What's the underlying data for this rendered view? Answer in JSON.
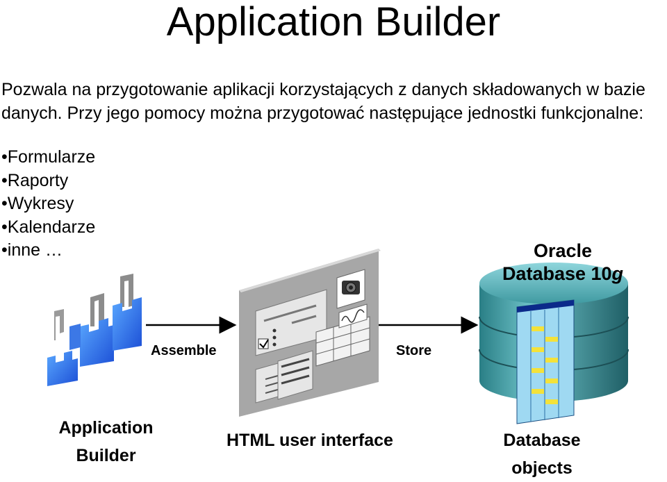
{
  "title": "Application Builder",
  "intro": "Pozwala na przygotowanie aplikacji korzystających z danych składowanych w bazie danych. Przy jego pomocy można przygotować następujące jednostki funkcjonalne:",
  "bullets": [
    "Formularze",
    "Raporty",
    "Wykresy",
    "Kalendarze",
    "inne …"
  ],
  "database": {
    "line1": "Oracle",
    "line2_prefix": "Database 10",
    "line2_suffix": "g"
  },
  "arrows": {
    "assemble": "Assemble",
    "store": "Store"
  },
  "captions": {
    "app_builder_1": "Application",
    "app_builder_2": "Builder",
    "html_ui": "HTML user interface",
    "db_objects_1": "Database",
    "db_objects_2": "objects"
  },
  "icons": [
    "puzzle-blocks-icon",
    "html-forms-icon",
    "database-cylinder-icon",
    "camera-icon",
    "checkmark-icon"
  ]
}
